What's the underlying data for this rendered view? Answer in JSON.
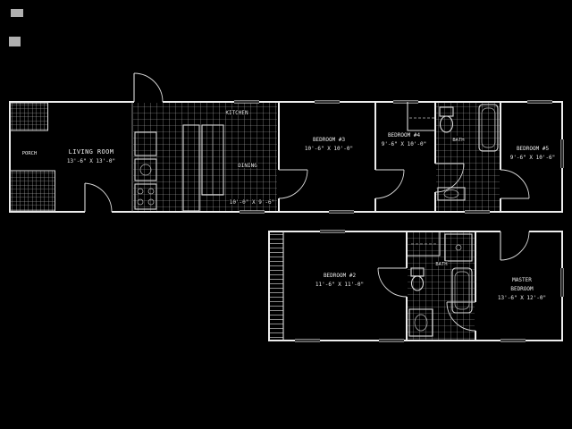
{
  "palette": {
    "background": "#000000",
    "line": "#ededed"
  },
  "floorplan": {
    "upper": {
      "porch": {
        "label": "PORCH"
      },
      "living": {
        "label": "LIVING ROOM",
        "dims": "13'-6\" X 13'-0\""
      },
      "kitchen": {
        "label": "KITCHEN"
      },
      "dining": {
        "label": "DINING",
        "dims": "10'-0\" X 9'-6\""
      },
      "bedroom3": {
        "label": "BEDROOM #3",
        "dims": "10'-6\" X 10'-0\""
      },
      "bedroom4": {
        "label": "BEDROOM #4",
        "dims": "9'-6\" X 10'-0\""
      },
      "bath2": {
        "label": "BATH"
      },
      "bedroom5": {
        "label": "BEDROOM #5",
        "dims": "9'-6\" X 10'-6\""
      }
    },
    "lower": {
      "bedroom2": {
        "label": "BEDROOM #2",
        "dims": "11'-6\" X 11'-0\""
      },
      "bath1": {
        "label": "BATH"
      },
      "master": {
        "line1": "MASTER",
        "line2": "BEDROOM",
        "dims": "13'-6\" X 12'-0\""
      }
    }
  }
}
